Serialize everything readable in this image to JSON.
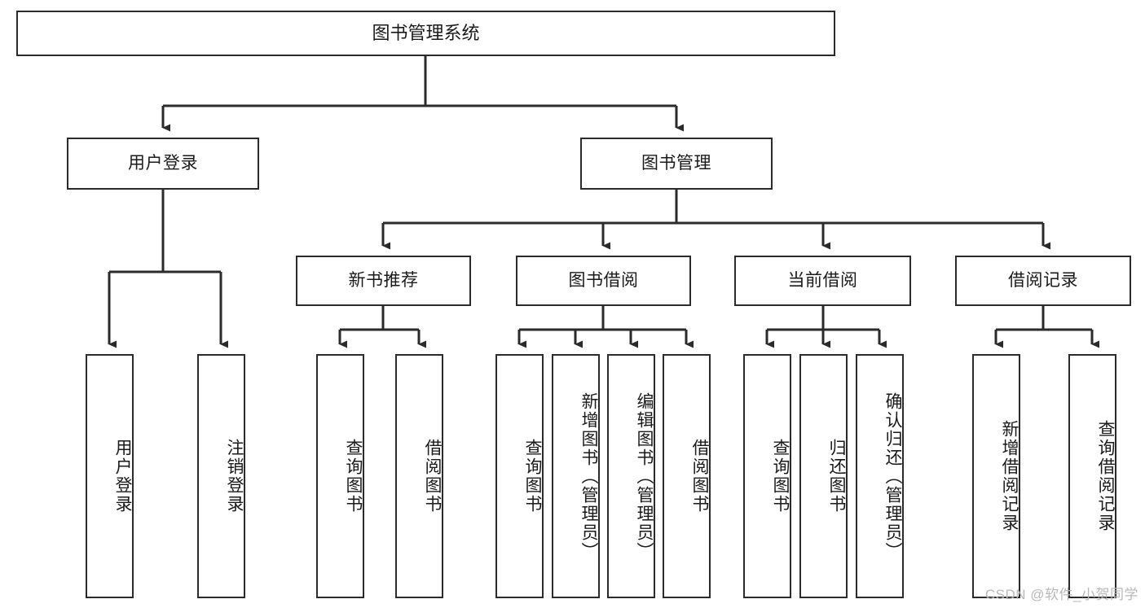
{
  "diagram": {
    "type": "tree-hierarchy",
    "title": "图书管理系统",
    "watermark": "CSDN @软件_小贺同学",
    "colors": {
      "border": "#2b2b2b",
      "fill": "#ffffff",
      "text": "#1a1a1a",
      "edge": "#2b2b2b",
      "watermark": "#b9b9b9"
    },
    "nodes": {
      "root": {
        "label": "图书管理系统",
        "level": 1
      },
      "user_login": {
        "label": "用户登录",
        "level": 2
      },
      "book_mgmt": {
        "label": "图书管理",
        "level": 2
      },
      "new_book_rec": {
        "label": "新书推荐",
        "level": 3
      },
      "book_borrow": {
        "label": "图书借阅",
        "level": 3
      },
      "current_borrow": {
        "label": "当前借阅",
        "level": 3
      },
      "borrow_record": {
        "label": "借阅记录",
        "level": 3
      },
      "leaf_user_login": {
        "label": "用户登录",
        "level": 4,
        "parent": "用户登录"
      },
      "leaf_logout": {
        "label": "注销登录",
        "level": 4,
        "parent": "用户登录"
      },
      "leaf_query_book_1": {
        "label": "查询图书",
        "level": 4,
        "parent": "新书推荐"
      },
      "leaf_borrow_book_1": {
        "label": "借阅图书",
        "level": 4,
        "parent": "新书推荐"
      },
      "leaf_query_book_2": {
        "label": "查询图书",
        "level": 4,
        "parent": "图书借阅"
      },
      "leaf_add_book": {
        "label": "新增图书（管理员）",
        "level": 4,
        "parent": "图书借阅"
      },
      "leaf_edit_book": {
        "label": "编辑图书（管理员）",
        "level": 4,
        "parent": "图书借阅"
      },
      "leaf_borrow_book_2": {
        "label": "借阅图书",
        "level": 4,
        "parent": "图书借阅"
      },
      "leaf_query_book_3": {
        "label": "查询图书",
        "level": 4,
        "parent": "当前借阅"
      },
      "leaf_return_book": {
        "label": "归还图书",
        "level": 4,
        "parent": "当前借阅"
      },
      "leaf_confirm_return": {
        "label": "确认归还（管理员）",
        "level": 4,
        "parent": "当前借阅"
      },
      "leaf_add_record": {
        "label": "新增借阅记录",
        "level": 4,
        "parent": "借阅记录"
      },
      "leaf_query_record": {
        "label": "查询借阅记录",
        "level": 4,
        "parent": "借阅记录"
      }
    }
  }
}
